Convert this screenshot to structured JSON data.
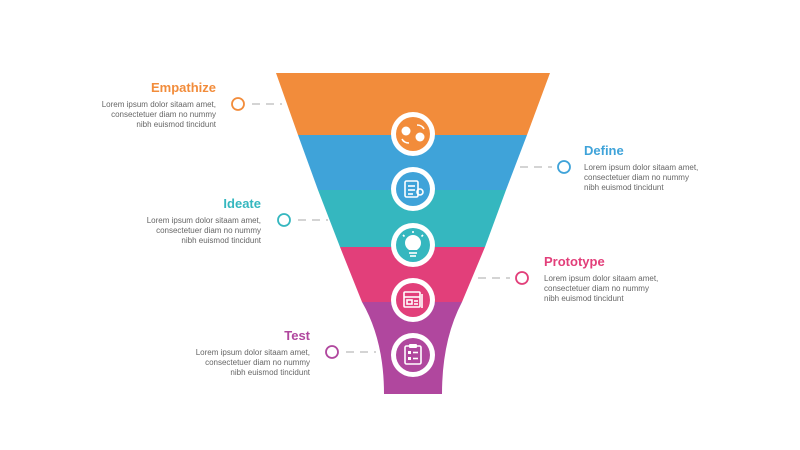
{
  "steps": [
    {
      "title": "Empathize",
      "desc_lines": [
        "Lorem ipsum dolor sitaam amet,",
        "consectetuer diam no nummy",
        "nibh euismod tincidunt"
      ],
      "color": "#F28C3B",
      "icon": "two-heads-swap-icon"
    },
    {
      "title": "Define",
      "desc_lines": [
        "Lorem ipsum dolor sitaam amet,",
        "consectetuer diam no nummy",
        "nibh euismod tincidunt"
      ],
      "color": "#3FA3D9",
      "icon": "clipboard-search-icon"
    },
    {
      "title": "Ideate",
      "desc_lines": [
        "Lorem ipsum dolor sitaam amet,",
        "consectetuer diam no nummy",
        "nibh euismod tincidunt"
      ],
      "color": "#35B7BF",
      "icon": "lightbulb-icon"
    },
    {
      "title": "Prototype",
      "desc_lines": [
        "Lorem ipsum dolor sitaam amet,",
        "consectetuer diam no nummy",
        "nibh euismod tincidunt"
      ],
      "color": "#E23F7A",
      "icon": "blueprint-icon"
    },
    {
      "title": "Test",
      "desc_lines": [
        "Lorem ipsum dolor sitaam amet,",
        "consectetuer diam no nummy",
        "nibh euismod tincidunt"
      ],
      "color": "#B0479E",
      "icon": "checklist-icon"
    }
  ]
}
